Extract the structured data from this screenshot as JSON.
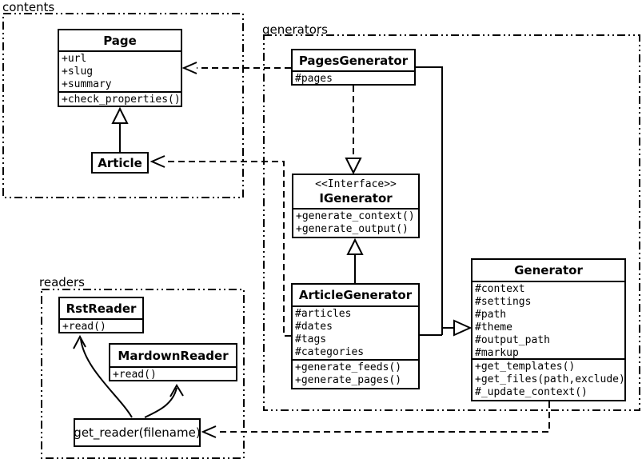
{
  "diagram_title": "Pelican UML class diagram",
  "colors": {
    "stroke": "#000000",
    "background": "#ffffff",
    "text": "#000000"
  },
  "packages": {
    "contents": {
      "label": "contents"
    },
    "generators": {
      "label": "generators"
    },
    "readers": {
      "label": "readers"
    }
  },
  "classes": {
    "page": {
      "title": "Page",
      "attributes": [
        "+url",
        "+slug",
        "+summary"
      ],
      "methods": [
        "+check_properties()"
      ]
    },
    "article": {
      "title": "Article"
    },
    "pagesGenerator": {
      "title": "PagesGenerator",
      "attributes": [
        "#pages"
      ]
    },
    "iGenerator": {
      "stereotype": "<<Interface>>",
      "title": "IGenerator",
      "methods": [
        "+generate_context()",
        "+generate_output()"
      ]
    },
    "articleGenerator": {
      "title": "ArticleGenerator",
      "attributes": [
        "#articles",
        "#dates",
        "#tags",
        "#categories"
      ],
      "methods": [
        "+generate_feeds()",
        "+generate_pages()"
      ]
    },
    "generator": {
      "title": "Generator",
      "attributes": [
        "#context",
        "#settings",
        "#path",
        "#theme",
        "#output_path",
        "#markup"
      ],
      "methods": [
        "+get_templates()",
        "+get_files(path,exclude)",
        "#_update_context()"
      ]
    },
    "rstReader": {
      "title": "RstReader",
      "methods": [
        "+read()"
      ]
    },
    "mardownReader": {
      "title": "MardownReader",
      "methods": [
        "+read()"
      ]
    },
    "getReader": {
      "label": "get_reader(filename)"
    }
  },
  "relationships": [
    {
      "from": "Article",
      "to": "Page",
      "type": "inheritance",
      "line": "solid-hollow-triangle"
    },
    {
      "from": "PagesGenerator",
      "to": "Page",
      "type": "dependency",
      "line": "dashed-open-arrow"
    },
    {
      "from": "ArticleGenerator",
      "to": "Article",
      "type": "dependency",
      "line": "dashed-open-arrow"
    },
    {
      "from": "PagesGenerator",
      "to": "IGenerator",
      "type": "realization",
      "line": "dashed-hollow-triangle"
    },
    {
      "from": "ArticleGenerator",
      "to": "IGenerator",
      "type": "inheritance",
      "line": "solid-hollow-triangle"
    },
    {
      "from": "PagesGenerator",
      "to": "Generator",
      "type": "inheritance",
      "line": "solid-hollow-triangle"
    },
    {
      "from": "ArticleGenerator",
      "to": "Generator",
      "type": "inheritance",
      "line": "solid-hollow-triangle"
    },
    {
      "from": "Generator",
      "to": "get_reader(filename)",
      "type": "dependency",
      "line": "dashed-open-arrow"
    },
    {
      "from": "get_reader(filename)",
      "to": "RstReader",
      "type": "association",
      "line": "curved-open-arrow"
    },
    {
      "from": "get_reader(filename)",
      "to": "MardownReader",
      "type": "association",
      "line": "curved-open-arrow"
    }
  ]
}
